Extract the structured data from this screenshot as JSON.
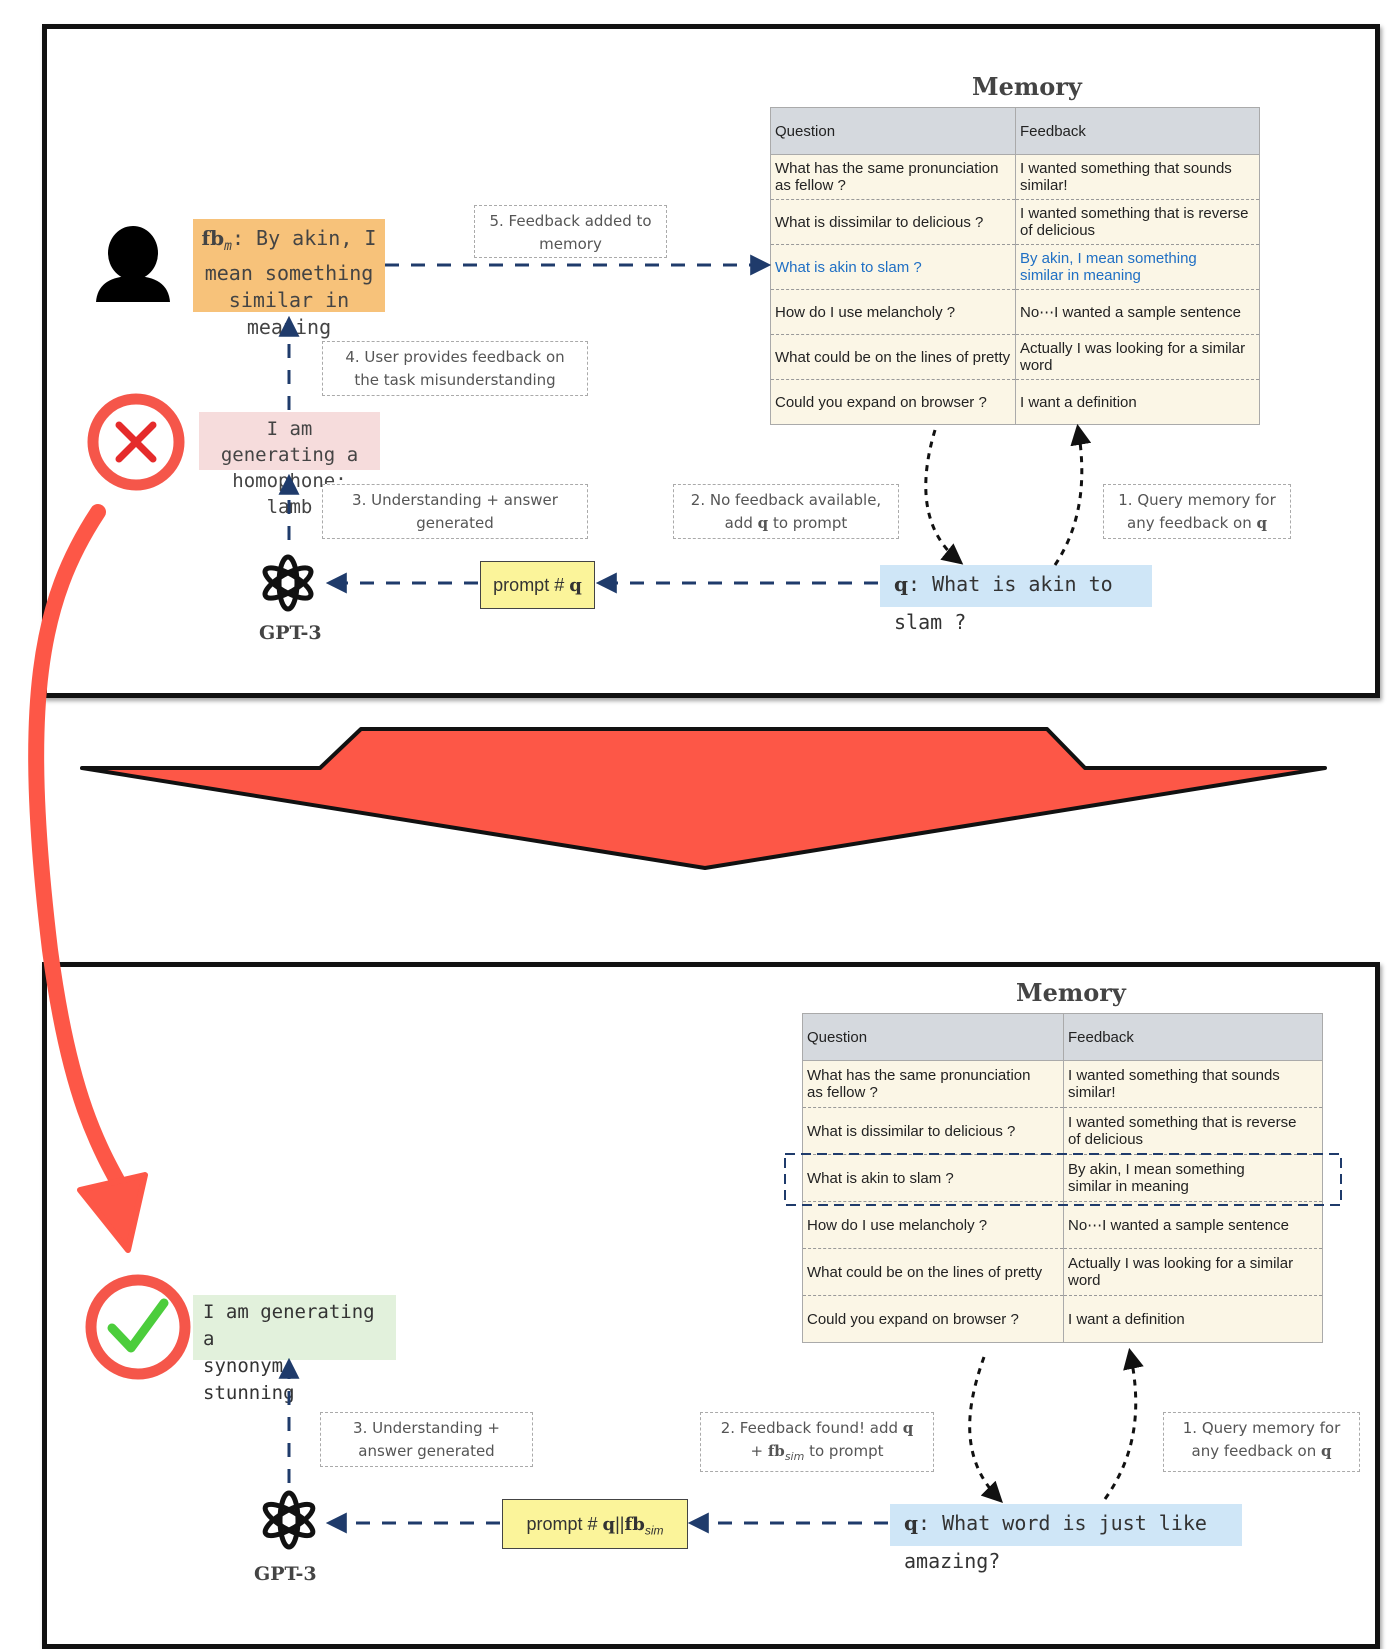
{
  "memory_title": "Memory",
  "table_headers": {
    "question": "Question",
    "feedback": "Feedback"
  },
  "memory_rows": [
    {
      "q1": "What has the same pronunciation",
      "q2": "as fellow ?",
      "f1": "I wanted something that sounds",
      "f2": "similar!"
    },
    {
      "q1": "What is dissimilar to delicious ?",
      "q2": "",
      "f1": "I wanted something that is reverse",
      "f2": "of delicious"
    },
    {
      "q1": "What is akin to slam ?",
      "q2": "",
      "f1": "By akin, I mean something",
      "f2": "similar in meaning"
    },
    {
      "q1": "How do I use melancholy ?",
      "q2": "",
      "f1": "No⋯I wanted a sample sentence",
      "f2": ""
    },
    {
      "q1": "What could be on the lines of pretty",
      "q2": "",
      "f1": "Actually I was looking for a similar",
      "f2": "word"
    },
    {
      "q1": "Could you expand on browser ?",
      "q2": "",
      "f1": "I want a definition",
      "f2": ""
    }
  ],
  "top": {
    "feedback_box": {
      "prefix": "fb",
      "sub": "m",
      "line1": ": By akin, I",
      "line2": "mean something",
      "line3": "similar in meaning"
    },
    "wrong_output": {
      "line1": "I am generating a",
      "line2": "homophone: lamb"
    },
    "query": {
      "q": "q",
      "text": ": What is akin to slam ?"
    },
    "prompt": {
      "text": "prompt # ",
      "q": "q"
    },
    "note1": {
      "line1": "1. Query memory for",
      "line2": "any feedback on ",
      "q": "q"
    },
    "note2": {
      "line1": "2. No feedback available,",
      "line2a": "add ",
      "q": "q",
      "line2b": " to prompt"
    },
    "note3": {
      "line1": "3. Understanding + answer",
      "line2": "generated"
    },
    "note4": {
      "line1": "4. User provides feedback on",
      "line2": "the task misunderstanding"
    },
    "note5": {
      "line1": "5. Feedback added to",
      "line2": "memory"
    }
  },
  "bottom": {
    "right_output": {
      "line1": "I am generating a",
      "line2": "synonym: stunning"
    },
    "query": {
      "q": "q",
      "text": ": What word is just like amazing?"
    },
    "prompt": {
      "text": "prompt # ",
      "q": "q",
      "sep": "||",
      "fb": "fb",
      "sub": "sim"
    },
    "note1": {
      "line1": "1. Query memory for",
      "line2": "any feedback on ",
      "q": "q"
    },
    "note2": {
      "line1a": "2. Feedback found! add ",
      "q": "q",
      "line2a": "+ ",
      "fb": "fb",
      "sub": "sim",
      "line2b": " to prompt"
    },
    "note3": {
      "line1": "3. Understanding +",
      "line2": "answer generated"
    }
  },
  "gpt_label": "GPT-3",
  "colors": {
    "feedback": "#f7c27a",
    "wrong": "#f6dcdc",
    "right": "#e2f1dc",
    "query": "#cfe6f7",
    "prompt": "#fbf49a",
    "arrow": "#ff5a4a",
    "dash": "#1f3b6b"
  },
  "icons": [
    "user-icon",
    "wrong-icon",
    "check-icon",
    "openai-logo-icon"
  ]
}
